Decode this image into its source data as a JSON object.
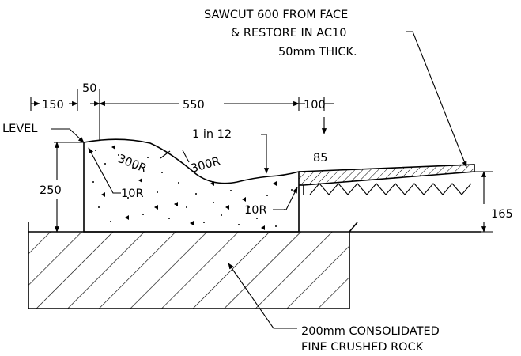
{
  "notes": {
    "sawcut_line1": "SAWCUT 600 FROM FACE",
    "sawcut_line2": "& RESTORE IN AC10",
    "sawcut_line3": "50mm THICK.",
    "base_line1": "200mm CONSOLIDATED",
    "base_line2": "FINE CRUSHED ROCK",
    "level": "LEVEL",
    "slope": "1 in 12"
  },
  "dimensions": {
    "d150": "150",
    "d50": "50",
    "d550": "550",
    "d100": "100",
    "d85": "85",
    "d250": "250",
    "d165": "165"
  },
  "radii": {
    "r300_a": "300R",
    "r300_b": "300R",
    "r10_left": "10R",
    "r10_right": "10R"
  }
}
